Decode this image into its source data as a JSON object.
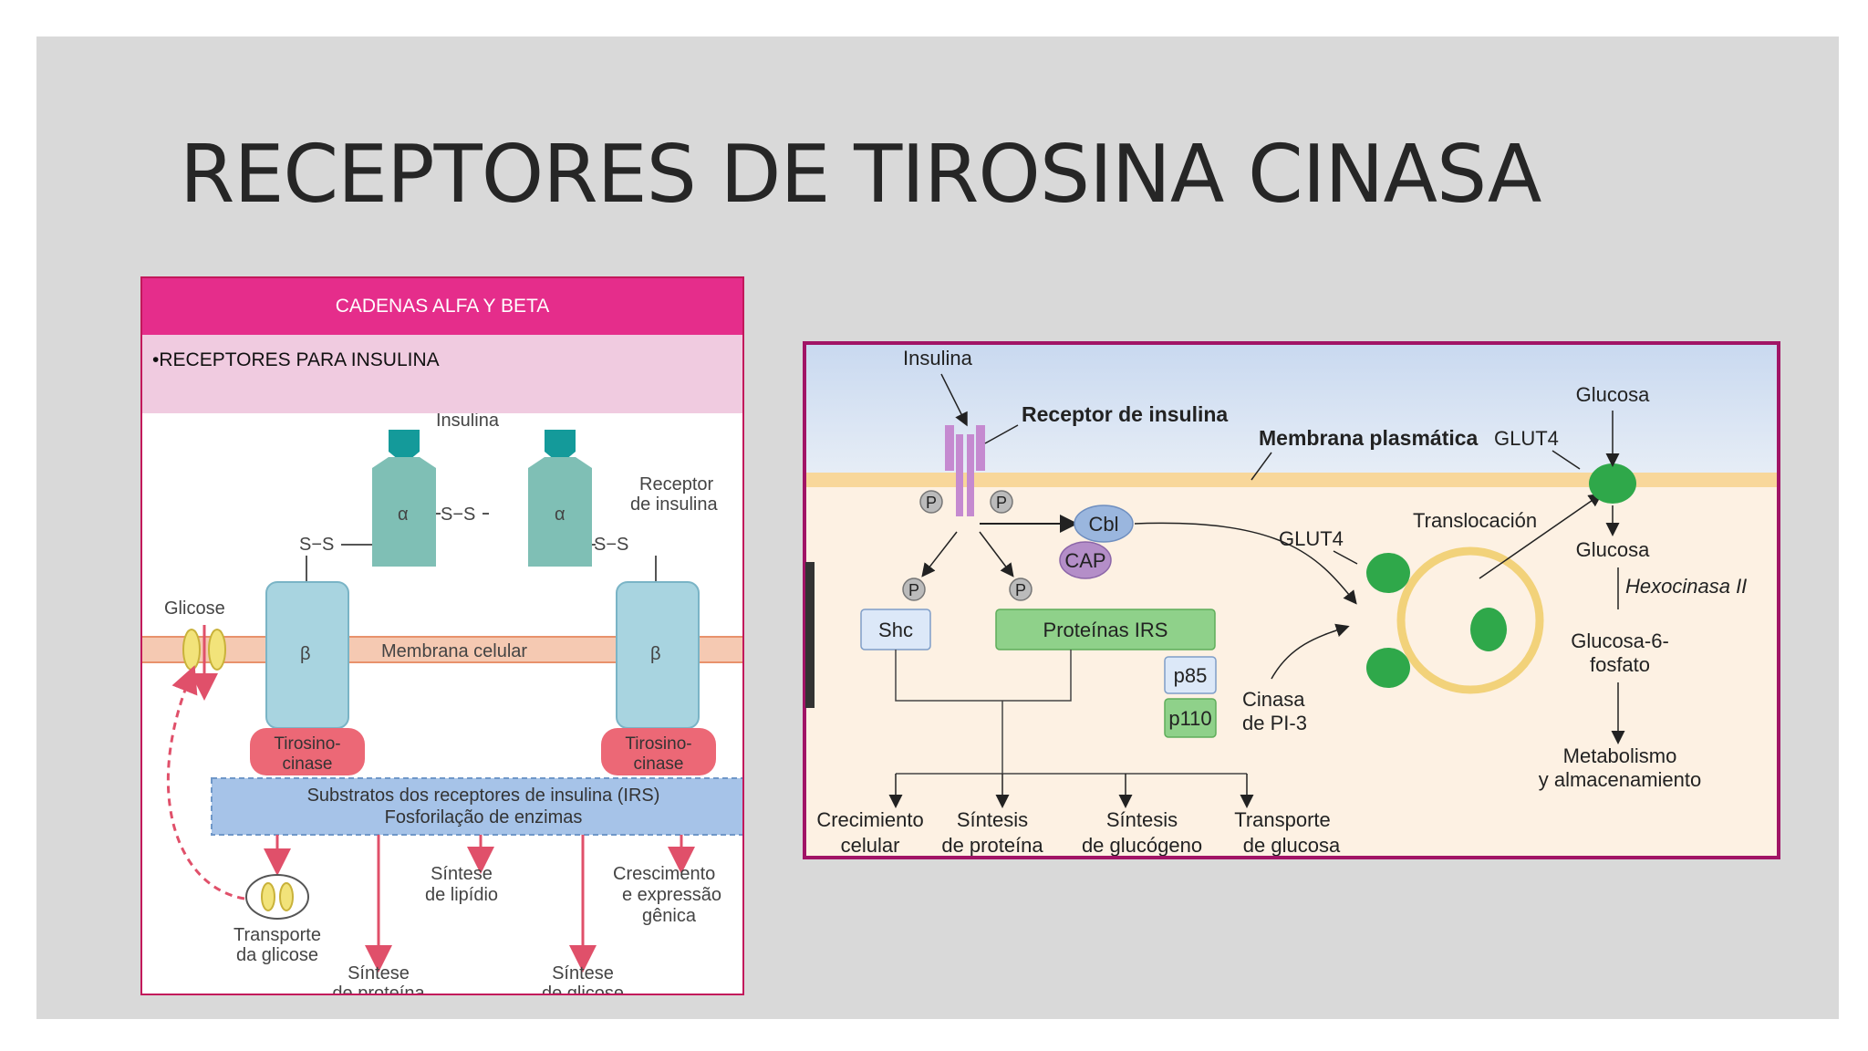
{
  "slide": {
    "title": "RECEPTORES DE TIROSINA CINASA"
  },
  "left_panel": {
    "header": "CADENAS ALFA Y BETA",
    "bullet": "•RECEPTORES PARA INSULINA",
    "labels": {
      "insulina": "Insulina",
      "alpha": "α",
      "beta": "β",
      "ss_center": "S−S",
      "ss_left": "S−S",
      "ss_right": "S−S",
      "receptor_line1": "Receptor",
      "receptor_line2": "de insulina",
      "glicose": "Glicose",
      "membrana": "Membrana celular",
      "tirosino_line1": "Tirosino-",
      "tirosino_line2": "cinase",
      "irs_line1": "Substratos dos receptores de insulina (IRS)",
      "irs_line2": "Fosforilação de enzimas",
      "sintese_lipidio_line1": "Síntese",
      "sintese_lipidio_line2": "de lipídio",
      "crescimento_line1": "Crescimento",
      "crescimento_line2": "e expressão",
      "crescimento_line3": "gênica",
      "transporte_line1": "Transporte",
      "transporte_line2": "da glicose",
      "sintese_proteina_line1": "Síntese",
      "sintese_proteina_line2": "de proteína",
      "sintese_glicose_line1": "Síntese",
      "sintese_glicose_line2": "de glicose"
    }
  },
  "right_panel": {
    "labels": {
      "insulina": "Insulina",
      "receptor": "Receptor de insulina",
      "membrana": "Membrana plasmática",
      "glucosa_top": "Glucosa",
      "glut4_top": "GLUT4",
      "p": "P",
      "cbl": "Cbl",
      "cap": "CAP",
      "glut4_mid": "GLUT4",
      "translocacion": "Translocación",
      "glucosa_mid": "Glucosa",
      "hexocinasa": "Hexocinasa II",
      "shc": "Shc",
      "irs": "Proteínas IRS",
      "p85": "p85",
      "p110": "p110",
      "cinasa_line1": "Cinasa",
      "cinasa_line2": "de PI-3",
      "g6p_line1": "Glucosa-6-",
      "g6p_line2": "fosfato",
      "metab_line1": "Metabolismo",
      "metab_line2": "y almacenamiento",
      "crec_line1": "Crecimiento",
      "crec_line2": "celular",
      "sprot_line1": "Síntesis",
      "sprot_line2": "de proteína",
      "sgluc_line1": "Síntesis",
      "sgluc_line2": "de glucógeno",
      "transp_line1": "Transporte",
      "transp_line2": "de glucosa"
    },
    "colors": {
      "irs_box": "#8fd18a",
      "shc_box": "#dce8f8",
      "cbl": "#9ab6de",
      "cap": "#b48ec8",
      "glut4": "#2fa84a",
      "receptor": "#c58ad0"
    }
  }
}
